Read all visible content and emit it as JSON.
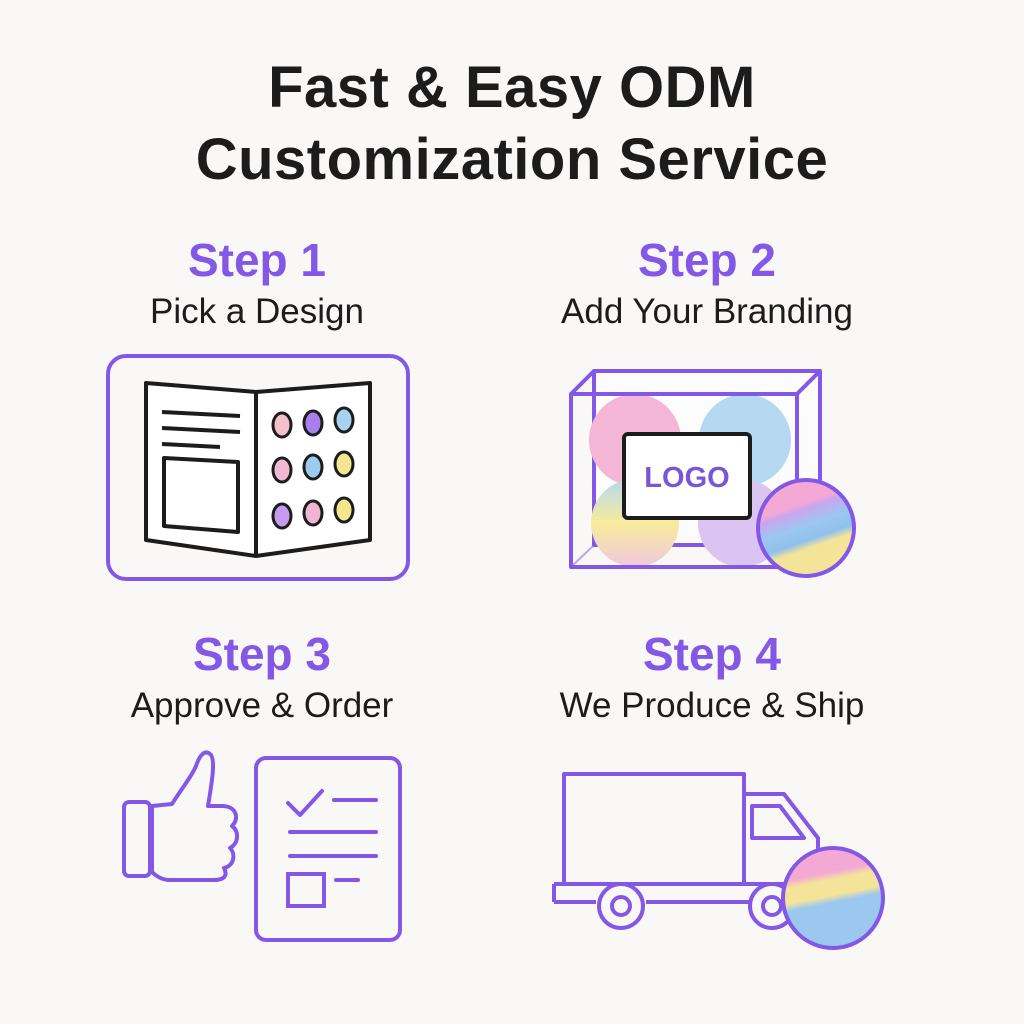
{
  "title": {
    "line1": "Fast & Easy ODM",
    "line2": "Customization Service"
  },
  "steps": [
    {
      "label": "Step 1",
      "caption": "Pick a Design"
    },
    {
      "label": "Step 2",
      "caption": "Add Your Branding",
      "logo_text": "LOGO"
    },
    {
      "label": "Step 3",
      "caption": "Approve & Order"
    },
    {
      "label": "Step 4",
      "caption": "We Produce & Ship"
    }
  ],
  "colors": {
    "accent": "#8358e6",
    "text": "#1c1c1c",
    "background": "#faf8f7",
    "pastel_pink": "#f4b6d6",
    "pastel_blue": "#b5d9f1",
    "pastel_yellow": "#f6ec9b",
    "pastel_lilac": "#dcc4f2"
  },
  "icons": [
    "catalog-icon",
    "branded-box-icon",
    "thumbs-up-icon",
    "checklist-icon",
    "delivery-truck-icon",
    "bath-bomb-icon"
  ]
}
